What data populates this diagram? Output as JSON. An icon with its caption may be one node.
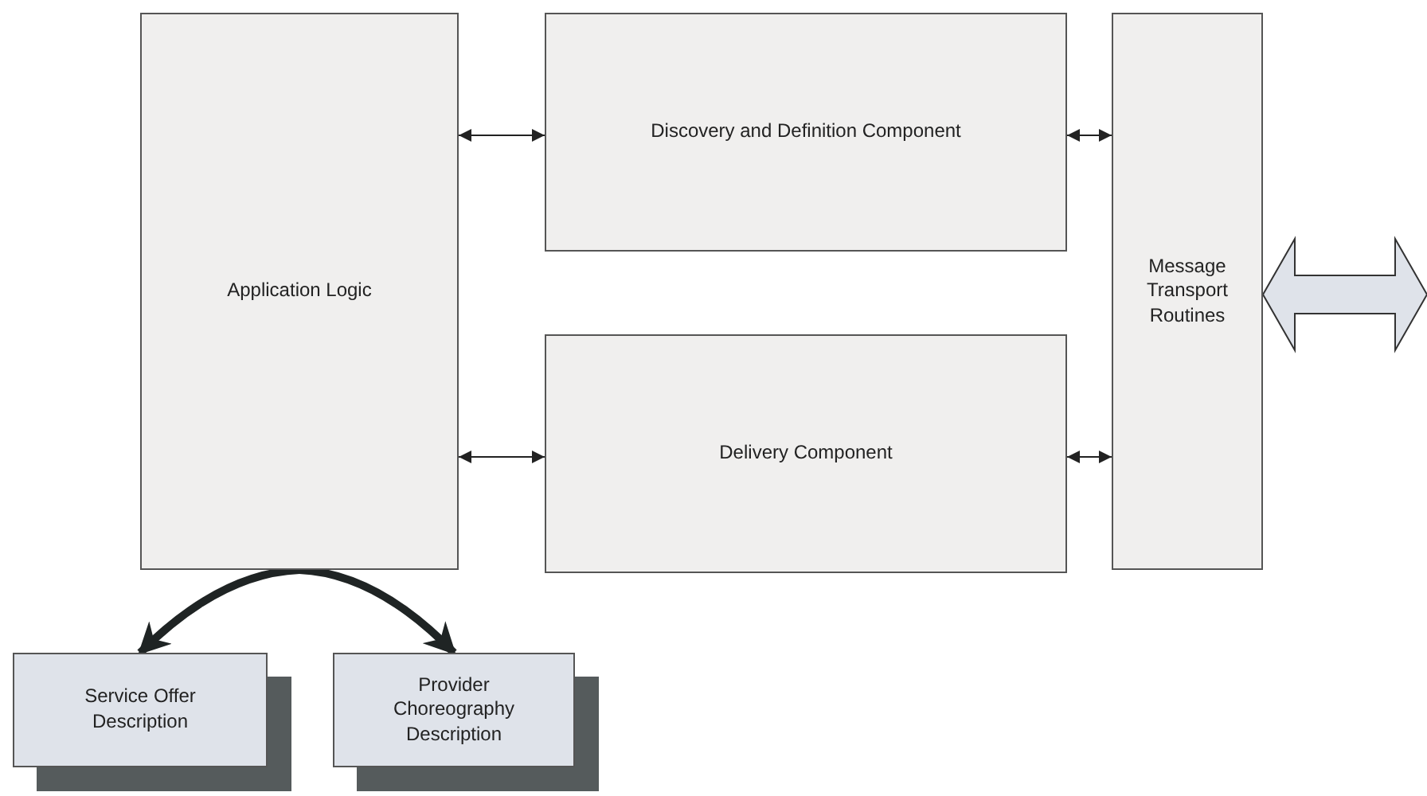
{
  "diagram": {
    "nodes": [
      {
        "text": [
          "Application Logic"
        ]
      },
      {
        "text": [
          "Discovery and Definition Component"
        ]
      },
      {
        "text": [
          "Message Transport Routines"
        ]
      },
      {
        "text": [
          "Delivery Component"
        ]
      },
      {
        "text": [
          "Service Offer Description"
        ]
      },
      {
        "text": [
          "Provider Choreography Description"
        ]
      }
    ],
    "edges": [
      {
        "from": 0,
        "to": 1,
        "arrow": "both"
      },
      {
        "from": 1,
        "to": 2,
        "arrow": "both"
      },
      {
        "from": 0,
        "to": 3,
        "arrow": "both"
      },
      {
        "from": 3,
        "to": 2,
        "arrow": "both"
      },
      {
        "from": 2,
        "to": null,
        "arrow": "both",
        "style": "thick",
        "color": "#dfe3ea"
      },
      {
        "from": 0,
        "to": 4,
        "arrow": "to",
        "style": "thick"
      },
      {
        "from": 0,
        "to": 5,
        "arrow": "to",
        "style": "thick"
      }
    ]
  }
}
